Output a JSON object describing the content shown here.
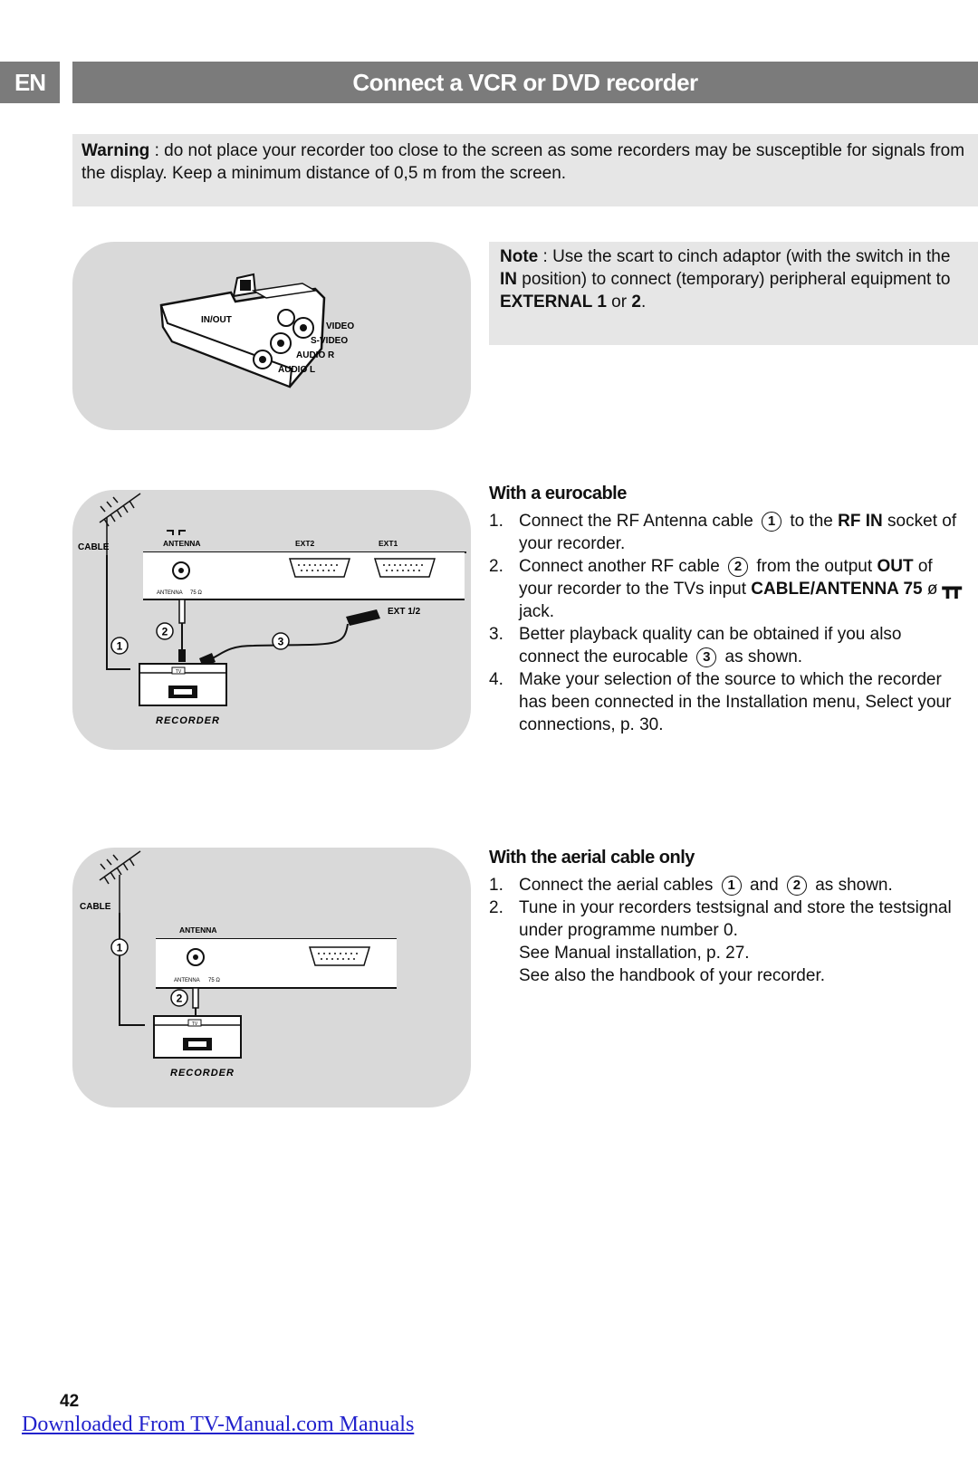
{
  "header": {
    "lang": "EN",
    "title": "Connect a VCR or DVD recorder"
  },
  "warning": {
    "label": "Warning",
    "text": " : do not place your recorder too close to the screen as some recorders may be susceptible for signals from the display. Keep a minimum distance of 0,5 m from the screen."
  },
  "note": {
    "label": "Note",
    "text_1": " : Use the scart to cinch adaptor (with the switch in the ",
    "in": "IN",
    "text_2": " position) to connect (temporary) peripheral equipment to ",
    "ext1": "EXTERNAL 1",
    "or": " or ",
    "two": "2",
    "end": "."
  },
  "fig_adaptor": {
    "in_out": "IN/OUT",
    "video": "VIDEO",
    "svideo": "S-VIDEO",
    "audio_r": "AUDIO R",
    "audio_l": "AUDIO L"
  },
  "fig_eurocable": {
    "cable": "CABLE",
    "antenna": "ANTENNA",
    "ext2": "EXT2",
    "ext1": "EXT1",
    "ext12": "EXT 1/2",
    "recorder": "RECORDER",
    "tv": "TV",
    "antenna_small": "ANTENNA",
    "ohm": "75 Ω",
    "n1": "1",
    "n2": "2",
    "n3": "3"
  },
  "fig_aerial": {
    "cable": "CABLE",
    "antenna": "ANTENNA",
    "recorder": "RECORDER",
    "tv": "TV",
    "antenna_small": "ANTENNA",
    "ohm": "75 Ω",
    "n1": "1",
    "n2": "2"
  },
  "eurocable": {
    "title": "With a eurocable",
    "s1": {
      "num": "1.",
      "a": "Connect the RF Antenna cable ",
      "c": "1",
      "b": " to the ",
      "rf": "RF IN",
      "d": " socket of your recorder."
    },
    "s2": {
      "num": "2.",
      "a": "Connect another RF cable ",
      "c": "2",
      "b": " from the output ",
      "out": "OUT",
      "d": " of your recorder to the TVs input ",
      "cab": "CABLE/ANTENNA 75",
      "e": " ø ",
      "f": " jack."
    },
    "s3": {
      "num": "3.",
      "a": "Better playback quality can be obtained if you also connect the eurocable ",
      "c": "3",
      "b": " as shown."
    },
    "s4": {
      "num": "4.",
      "a": "Make your selection of the source to which the recorder has been connected in the Installation menu, Select your connections, p. 30."
    }
  },
  "aerial": {
    "title": "With the aerial cable only",
    "s1": {
      "num": "1.",
      "a": "Connect the aerial cables ",
      "c1": "1",
      "and": " and ",
      "c2": "2",
      "b": " as shown."
    },
    "s2": {
      "num": "2.",
      "a": "Tune in your recorders testsignal and store the testsignal under programme number 0.",
      "l2": "See Manual installation, p. 27.",
      "l3": "See also the handbook of your recorder."
    }
  },
  "footer": {
    "page": "42",
    "link": "Downloaded From TV-Manual.com Manuals"
  }
}
